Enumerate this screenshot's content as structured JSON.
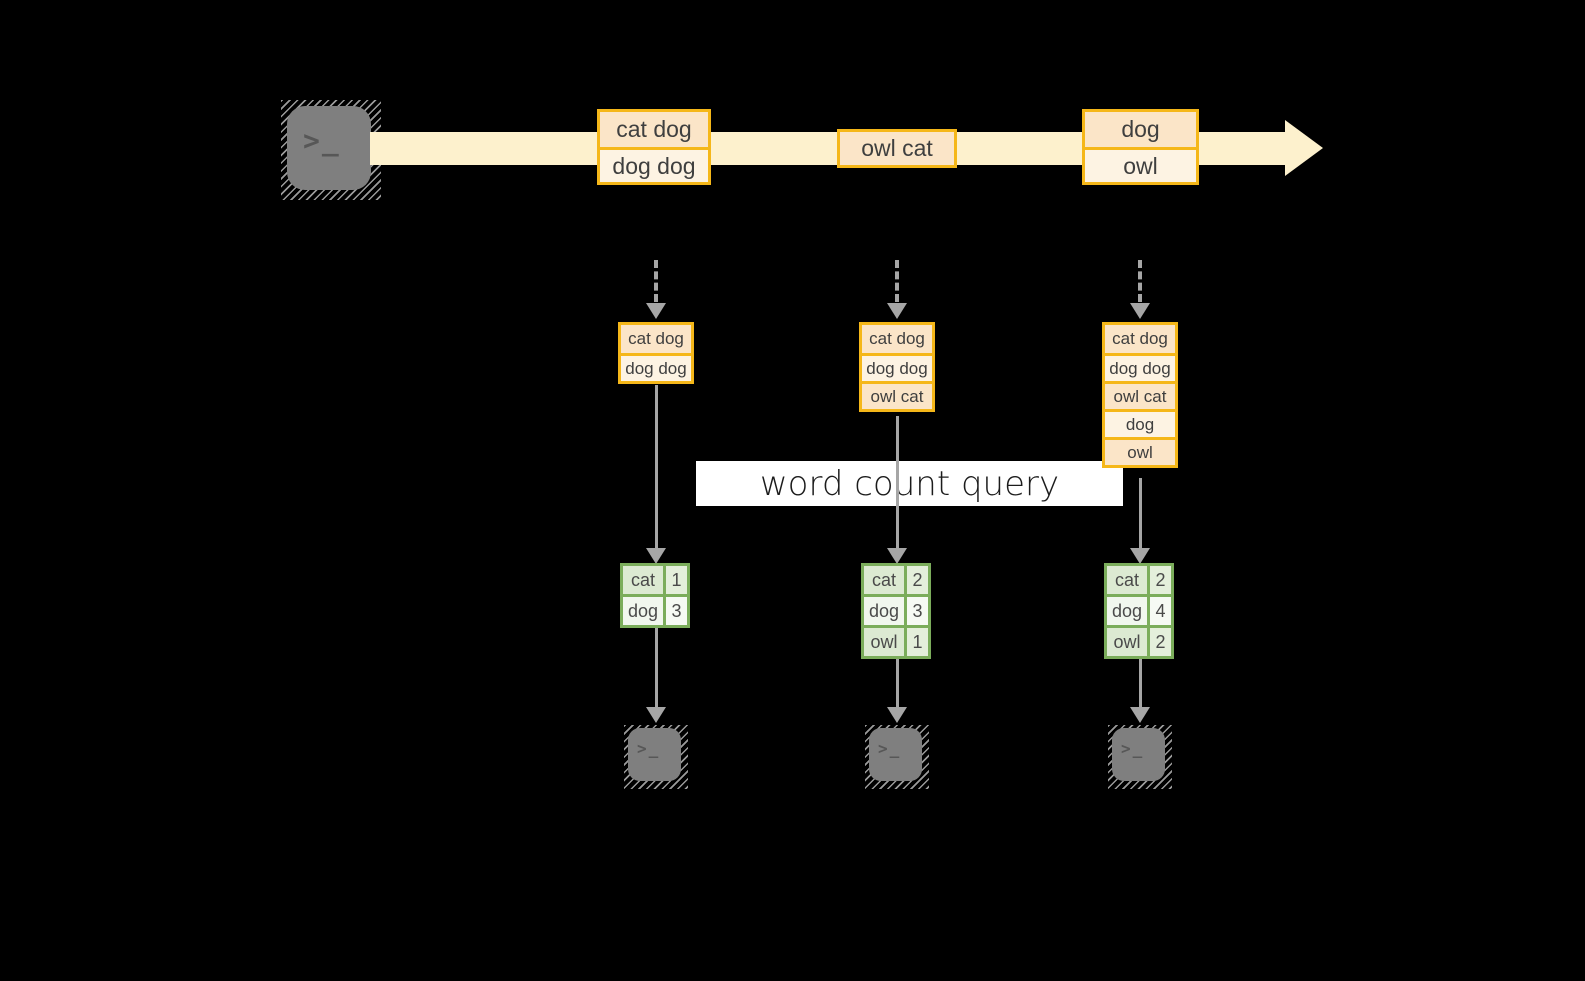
{
  "colors": {
    "background": "#000000",
    "stream_band": "#fdf1cd",
    "orange_border": "#f5b719",
    "peach_fill": "#fbe5c8",
    "cream_fill": "#fdf3e3",
    "green_border": "#7bad5b",
    "green_fill_odd": "#dcead2",
    "green_fill_even": "#f1f7ee",
    "arrow_gray": "#a6a6a6",
    "terminal_gray": "#7f7f7f",
    "label_background": "#ffffff",
    "text": "#3f3f3f"
  },
  "icons": {
    "terminal_glyph": ">_"
  },
  "timeline": {
    "events": [
      {
        "rows": [
          "cat dog",
          "dog dog"
        ]
      },
      {
        "rows": [
          "owl cat"
        ]
      },
      {
        "rows": [
          "dog",
          "owl"
        ]
      }
    ]
  },
  "query_label": "word count query",
  "columns": [
    {
      "batch": [
        "cat dog",
        "dog dog"
      ],
      "table": {
        "rows": [
          {
            "word": "cat",
            "count": "1"
          },
          {
            "word": "dog",
            "count": "3"
          }
        ]
      }
    },
    {
      "batch": [
        "cat dog",
        "dog dog",
        "owl cat"
      ],
      "table": {
        "rows": [
          {
            "word": "cat",
            "count": "2"
          },
          {
            "word": "dog",
            "count": "3"
          },
          {
            "word": "owl",
            "count": "1"
          }
        ]
      }
    },
    {
      "batch": [
        "cat dog",
        "dog dog",
        "owl cat",
        "dog",
        "owl"
      ],
      "table": {
        "rows": [
          {
            "word": "cat",
            "count": "2"
          },
          {
            "word": "dog",
            "count": "4"
          },
          {
            "word": "owl",
            "count": "2"
          }
        ]
      }
    }
  ]
}
